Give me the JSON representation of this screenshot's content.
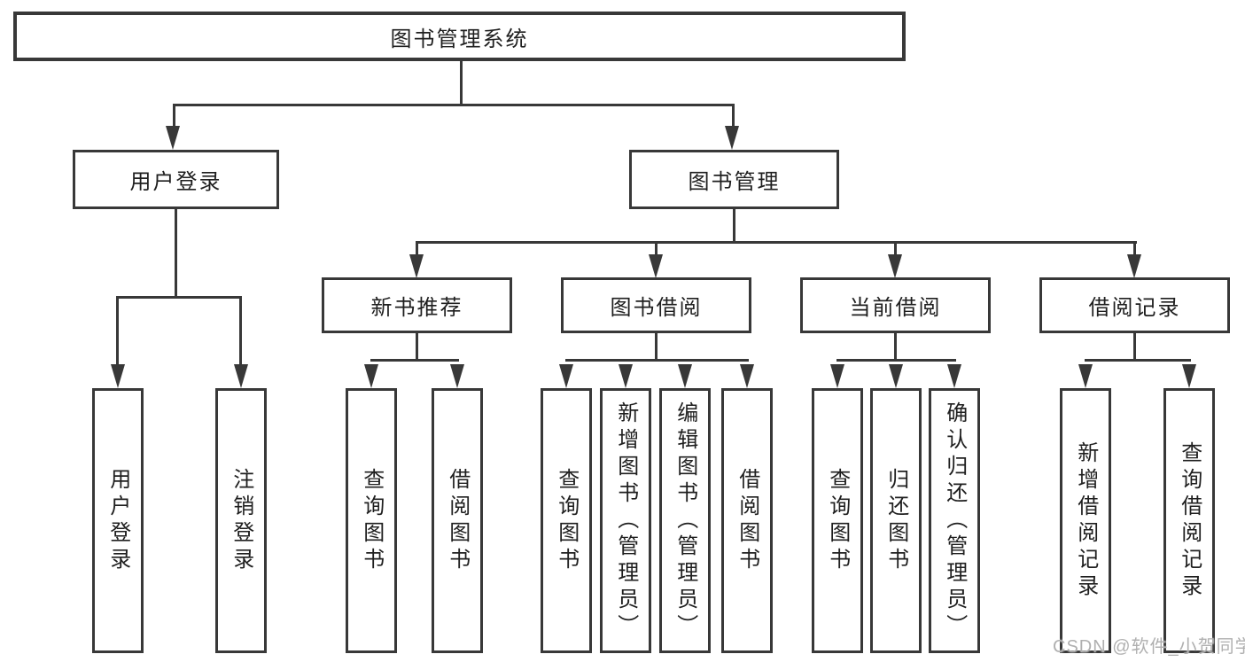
{
  "tree": {
    "root": {
      "label": "图书管理系统"
    },
    "branches": [
      {
        "label": "用户登录",
        "children": [
          {
            "label": "用户登录"
          },
          {
            "label": "注销登录"
          }
        ]
      },
      {
        "label": "图书管理",
        "children": [
          {
            "label": "新书推荐",
            "children": [
              {
                "label": "查询图书"
              },
              {
                "label": "借阅图书"
              }
            ]
          },
          {
            "label": "图书借阅",
            "children": [
              {
                "label": "查询图书"
              },
              {
                "label": "新增图书（管理员）"
              },
              {
                "label": "编辑图书（管理员）"
              },
              {
                "label": "借阅图书"
              }
            ]
          },
          {
            "label": "当前借阅",
            "children": [
              {
                "label": "查询图书"
              },
              {
                "label": "归还图书"
              },
              {
                "label": "确认归还（管理员）"
              }
            ]
          },
          {
            "label": "借阅记录",
            "children": [
              {
                "label": "新增借阅记录"
              },
              {
                "label": "查询借阅记录"
              }
            ]
          }
        ]
      }
    ]
  },
  "watermark": {
    "text": "CSDN @软件_小贺同学"
  },
  "colors": {
    "line": "#383838",
    "text": "#1f1f1f",
    "background": "#ffffff",
    "watermark": "#b0b0b0"
  }
}
